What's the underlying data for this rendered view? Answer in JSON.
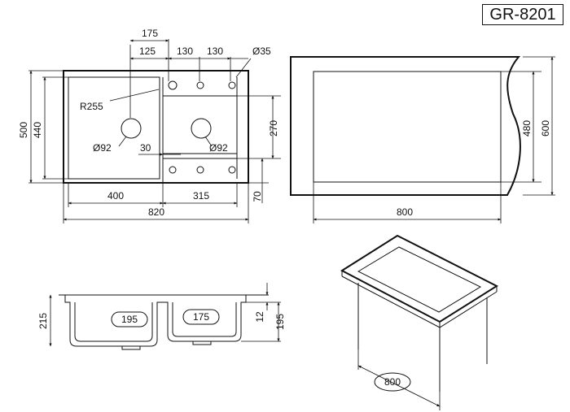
{
  "model": "GR-8201",
  "top_view": {
    "dims": {
      "d175": "175",
      "d125": "125",
      "d130a": "130",
      "d130b": "130",
      "dia35": "Ø35",
      "r255": "R255",
      "dia92a": "Ø92",
      "dia92b": "Ø92",
      "d30": "30",
      "d500": "500",
      "d440": "440",
      "d270": "270",
      "d70": "70",
      "d400": "400",
      "d315": "315",
      "d820": "820"
    }
  },
  "cutout_view": {
    "dims": {
      "d480": "480",
      "d600": "600",
      "d800": "800"
    }
  },
  "section_view": {
    "dims": {
      "d215": "215",
      "d195a": "195",
      "d175": "175",
      "d12": "12",
      "d195b": "195"
    }
  },
  "iso_view": {
    "dims": {
      "d800": "800"
    }
  }
}
